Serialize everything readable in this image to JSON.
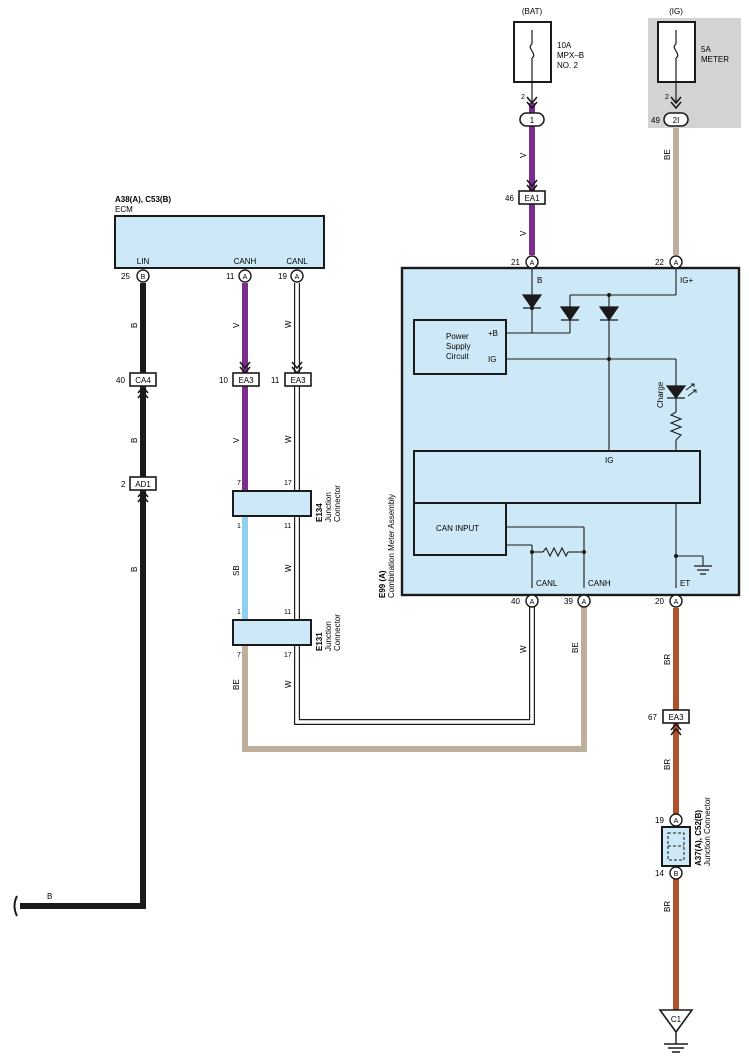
{
  "sources": {
    "bat": {
      "label": "(BAT)",
      "fuse_line1": "10A",
      "fuse_line2": "MPX–B",
      "fuse_line3": "NO. 2",
      "pin": "2"
    },
    "ig": {
      "label": "(IG)",
      "fuse_line1": "5A",
      "fuse_line2": "METER",
      "pin": "2"
    }
  },
  "connectors": {
    "c_1": {
      "tag": "1"
    },
    "c_2i": {
      "tag": "2I",
      "pin": "49"
    },
    "ea1": {
      "tag": "EA1",
      "pin": "46"
    },
    "ca4": {
      "tag": "CA4",
      "pin": "40"
    },
    "ad1": {
      "tag": "AD1",
      "pin": "2"
    },
    "ea3_canh": {
      "tag": "EA3",
      "pin": "10"
    },
    "ea3_canl": {
      "tag": "EA3",
      "pin": "11"
    },
    "ea3_et": {
      "tag": "EA3",
      "pin": "67"
    },
    "c1_ground": {
      "tag": "C1"
    }
  },
  "ecm": {
    "code": "A38(A), C53(B)",
    "name": "ECM",
    "terminals": [
      {
        "name": "LIN",
        "pin": "25",
        "conn": "B"
      },
      {
        "name": "CANH",
        "pin": "11",
        "conn": "A"
      },
      {
        "name": "CANL",
        "pin": "19",
        "conn": "A"
      }
    ]
  },
  "meter": {
    "code": "E99 (A)",
    "name": "Combination Meter Assembly",
    "terminals": [
      {
        "name": "B",
        "pin": "21",
        "conn": "A"
      },
      {
        "name": "IG+",
        "pin": "22",
        "conn": "A"
      },
      {
        "name": "CANL",
        "pin": "40",
        "conn": "A"
      },
      {
        "name": "CANH",
        "pin": "39",
        "conn": "A"
      },
      {
        "name": "ET",
        "pin": "20",
        "conn": "A"
      }
    ],
    "psc": {
      "line1": "Power",
      "line2": "Supply",
      "line3": "Circuit",
      "plus_b": "+B",
      "ig": "IG"
    },
    "charge": "Charge",
    "ig_block": "IG",
    "can_input": "CAN INPUT"
  },
  "junctions": {
    "e134": {
      "code": "E134",
      "name1": "Junction",
      "name2": "Connector",
      "pins": [
        "7",
        "17",
        "1",
        "11"
      ]
    },
    "e131": {
      "code": "E131",
      "name1": "Junction",
      "name2": "Connector",
      "pins": [
        "1",
        "11",
        "7",
        "17"
      ]
    },
    "a37": {
      "code": "A37(A), C52(B)",
      "name": "Junction Connector",
      "pin_top": "19",
      "pin_top_conn": "A",
      "pin_bot": "14",
      "pin_bot_conn": "B"
    }
  },
  "wire_colors": {
    "lin_b1": "B",
    "lin_b2": "B",
    "lin_b3": "B",
    "lin_b_tail": "B",
    "canh_v1": "V",
    "canh_v2": "V",
    "canh_sb": "SB",
    "canh_be": "BE",
    "canl_w1": "W",
    "canl_w2": "W",
    "canl_w3": "W",
    "canl_w4": "W",
    "bat_v1": "V",
    "bat_v2": "V",
    "ig_be": "BE",
    "meter_canl_w": "W",
    "meter_canh_be": "BE",
    "et_br1": "BR",
    "et_br2": "BR",
    "et_br3": "BR"
  },
  "colors": {
    "purple": "#7b2d8e",
    "black": "#1a1a1a",
    "beige": "#bfae9c",
    "sky": "#8ed1ee",
    "brown": "#b0532d",
    "box_fill": "#cde9f7",
    "ig_fill": "#d3d3d3"
  }
}
